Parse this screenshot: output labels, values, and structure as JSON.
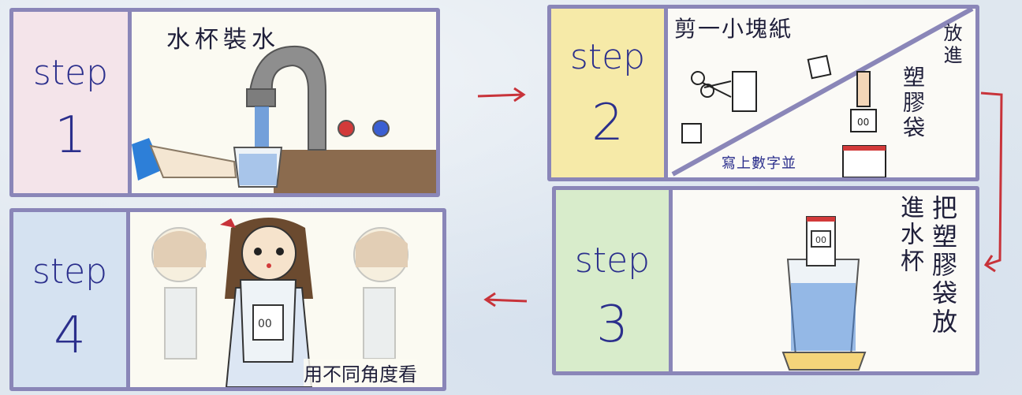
{
  "steps": [
    {
      "word": "step",
      "num": "1",
      "caption": "水杯裝水"
    },
    {
      "word": "step",
      "num": "2",
      "caption_top": "剪一小塊紙",
      "caption_bottom": "寫上數字並",
      "caption_right_a": "放進",
      "caption_right_b": "塑膠袋"
    },
    {
      "word": "step",
      "num": "3",
      "caption_a": "把塑膠袋放",
      "caption_b": "進水杯"
    },
    {
      "word": "step",
      "num": "4",
      "caption": "用不同角度看"
    }
  ],
  "colors": {
    "frame": "#8a86b8",
    "ink": "#2b2f8c",
    "arrow": "#c8333a",
    "step1_bg": "#f4e4ea",
    "step2_bg": "#f6eaa8",
    "step3_bg": "#d8eccb",
    "step4_bg": "#d5e2f1"
  }
}
